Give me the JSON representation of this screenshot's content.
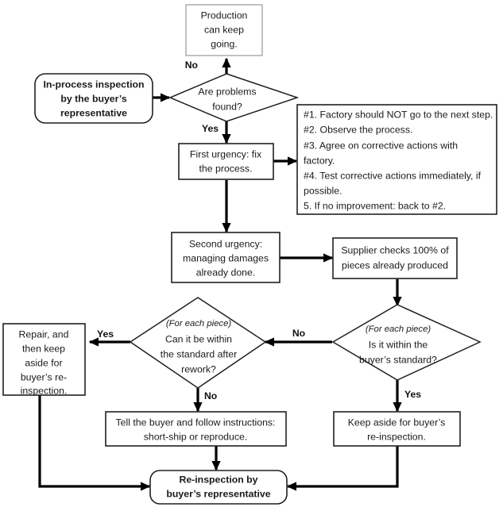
{
  "diagram": {
    "title": "In-process inspection flowchart",
    "colors": {
      "background": "#ffffff",
      "node_border": "#231f20",
      "node_border_light": "#8a8f94",
      "connector": "#000000",
      "text": "#1a1a1a"
    },
    "nodes": {
      "production_ok": {
        "shape": "rectangle",
        "lines": [
          "Production",
          "can keep",
          "going."
        ]
      },
      "start": {
        "shape": "rounded-rectangle",
        "bold": true,
        "lines": [
          "In-process inspection",
          "by the buyer’s",
          "representative"
        ]
      },
      "are_problems_found": {
        "shape": "diamond",
        "lines": [
          "Are problems",
          "found?"
        ]
      },
      "first_urgency": {
        "shape": "rectangle",
        "lines": [
          "First urgency: fix",
          "the process."
        ]
      },
      "actions_list": {
        "shape": "rectangle",
        "lines": [
          "#1. Factory should NOT go to the next step.",
          "#2. Observe the process.",
          "#3. Agree on corrective actions with",
          "factory.",
          "#4. Test corrective actions immediately, if",
          "possible.",
          "5. If no improvement: back to #2."
        ]
      },
      "second_urgency": {
        "shape": "rectangle",
        "lines": [
          "Second urgency:",
          "managing damages",
          "already done."
        ]
      },
      "supplier_checks": {
        "shape": "rectangle",
        "lines": [
          "Supplier checks 100% of",
          "pieces already produced"
        ]
      },
      "is_within_standard": {
        "shape": "diamond",
        "note": "(For each piece)",
        "lines": [
          "Is it within the",
          "buyer’s standard?"
        ]
      },
      "can_be_within_after_rework": {
        "shape": "diamond",
        "note": "(For each piece)",
        "lines": [
          "Can it be within",
          "the standard after",
          "rework?"
        ]
      },
      "repair_and_keep": {
        "shape": "rectangle",
        "lines": [
          "Repair, and",
          "then keep",
          "aside for",
          "buyer’s re-",
          "inspection."
        ]
      },
      "tell_the_buyer": {
        "shape": "rectangle",
        "lines": [
          "Tell the buyer and follow instructions:",
          "short-ship or reproduce."
        ]
      },
      "keep_aside": {
        "shape": "rectangle",
        "lines": [
          "Keep aside for buyer’s",
          "re-inspection."
        ]
      },
      "re_inspection": {
        "shape": "rounded-rectangle",
        "bold": true,
        "lines": [
          "Re-inspection by",
          "buyer’s representative"
        ]
      }
    },
    "edge_labels": {
      "problems_no": "No",
      "problems_yes": "Yes",
      "rework_yes": "Yes",
      "rework_no": "No",
      "standard_no": "No",
      "standard_yes": "Yes"
    }
  }
}
